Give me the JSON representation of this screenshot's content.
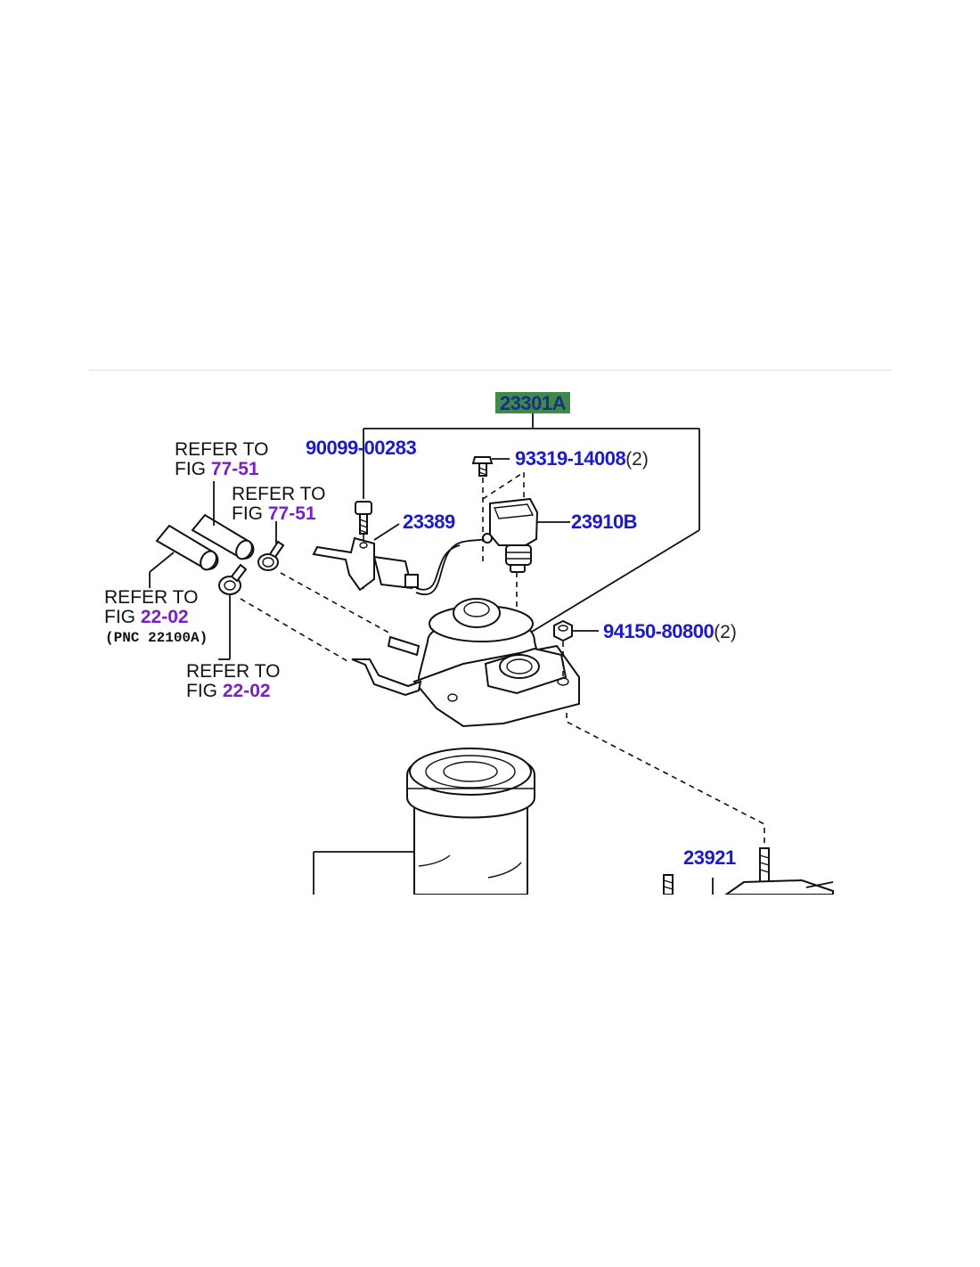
{
  "diagram": {
    "assembly_label": "23301A",
    "colors": {
      "highlight_bg": "#3f8a4a",
      "highlight_text": "#1a2f8a",
      "part_number": "#1a1acc",
      "figure_ref": "#7a1fc8",
      "text": "#111111"
    },
    "parts": [
      {
        "id": "bolt",
        "number": "90099-00283",
        "qty": ""
      },
      {
        "id": "screw",
        "number": "93319-14008",
        "qty": "(2)"
      },
      {
        "id": "bracket",
        "number": "23389",
        "qty": ""
      },
      {
        "id": "sensor",
        "number": "23910B",
        "qty": ""
      },
      {
        "id": "nut",
        "number": "94150-80800",
        "qty": "(2)"
      },
      {
        "id": "stud",
        "number": "23921",
        "qty": ""
      }
    ],
    "references": [
      {
        "line1": "REFER TO",
        "prefix": "FIG ",
        "fig": "77-51",
        "note": ""
      },
      {
        "line1": "REFER TO",
        "prefix": "FIG ",
        "fig": "77-51",
        "note": ""
      },
      {
        "line1": "REFER TO",
        "prefix": "FIG ",
        "fig": "22-02",
        "note": "(PNC 22100A)"
      },
      {
        "line1": "REFER TO",
        "prefix": "FIG ",
        "fig": "22-02",
        "note": ""
      }
    ]
  }
}
